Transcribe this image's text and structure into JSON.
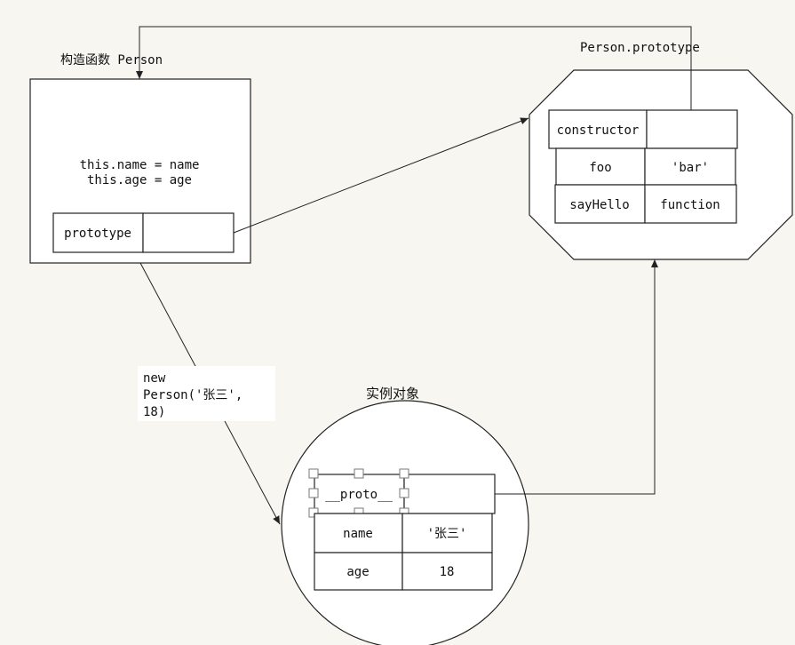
{
  "constructor_box": {
    "label": "构造函数 Person",
    "line1": "this.name = name",
    "line2": "this.age = age",
    "row_key": "prototype"
  },
  "prototype_box": {
    "label": "Person.prototype",
    "rows": [
      {
        "key": "constructor",
        "value": ""
      },
      {
        "key": "foo",
        "value": "'bar'"
      },
      {
        "key": "sayHello",
        "value": "function"
      }
    ]
  },
  "edge_label": {
    "line1": "new",
    "line2": "Person('张三',",
    "line3": "18)"
  },
  "instance": {
    "label": "实例对象",
    "rows": [
      {
        "key": "__proto__",
        "value": ""
      },
      {
        "key": "name",
        "value": "'张三'"
      },
      {
        "key": "age",
        "value": "18"
      }
    ]
  }
}
